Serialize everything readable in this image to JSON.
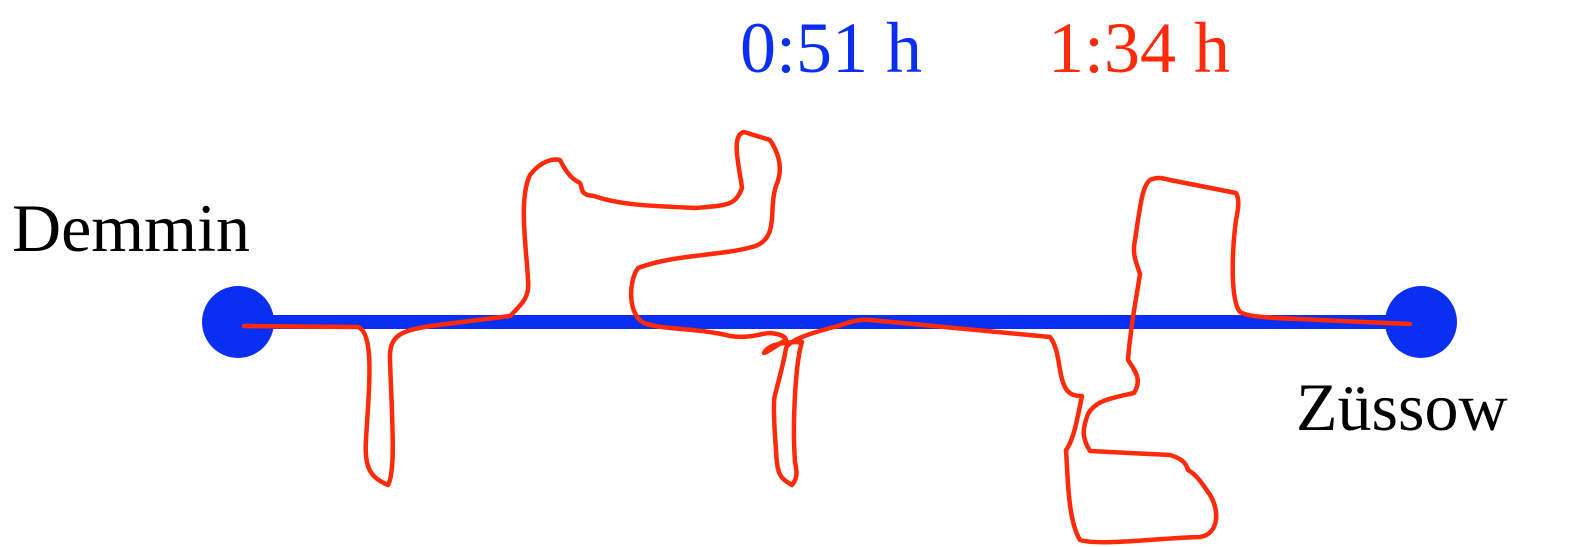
{
  "times": {
    "direct": "0:51 h",
    "detour": "1:34 h"
  },
  "places": {
    "start": "Demmin",
    "end": "Züssow"
  },
  "colors": {
    "direct_route": "#0a2ff0",
    "detour_route": "#ff2a0a",
    "text": "#000000"
  }
}
